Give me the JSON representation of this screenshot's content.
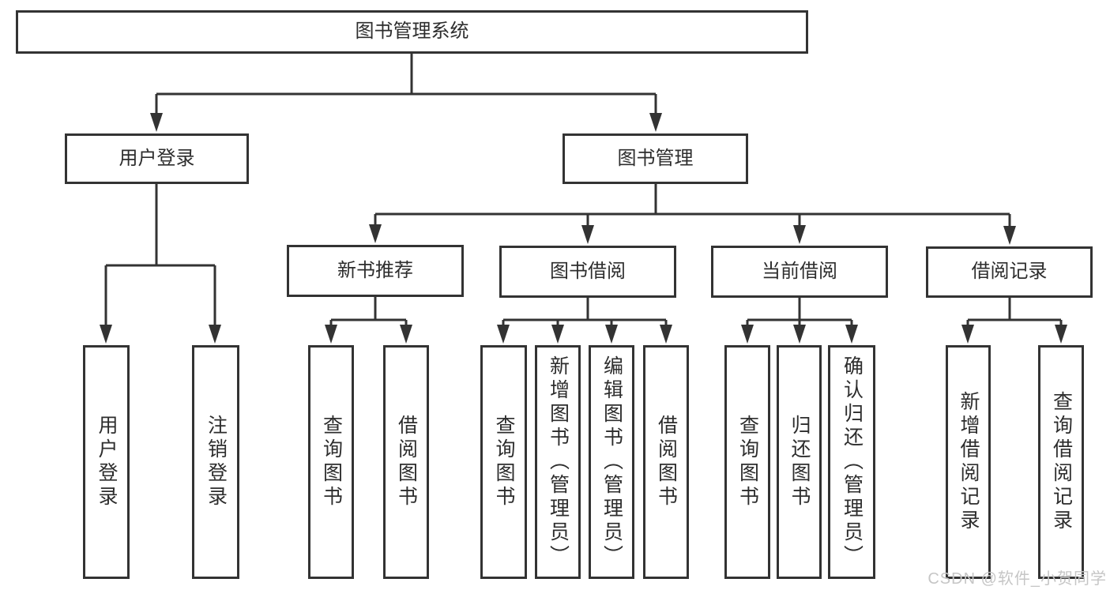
{
  "tree": {
    "root": {
      "label": "图书管理系统",
      "children": [
        {
          "label": "用户登录",
          "children": [
            {
              "label": "用户登录"
            },
            {
              "label": "注销登录"
            }
          ]
        },
        {
          "label": "图书管理",
          "children": [
            {
              "label": "新书推荐",
              "children": [
                {
                  "label": "查询图书"
                },
                {
                  "label": "借阅图书"
                }
              ]
            },
            {
              "label": "图书借阅",
              "children": [
                {
                  "label": "查询图书"
                },
                {
                  "label": "新增图书（管理员）"
                },
                {
                  "label": "编辑图书（管理员）"
                },
                {
                  "label": "借阅图书"
                }
              ]
            },
            {
              "label": "当前借阅",
              "children": [
                {
                  "label": "查询图书"
                },
                {
                  "label": "归还图书"
                },
                {
                  "label": "确认归还（管理员）"
                }
              ]
            },
            {
              "label": "借阅记录",
              "children": [
                {
                  "label": "新增借阅记录"
                },
                {
                  "label": "查询借阅记录"
                }
              ]
            }
          ]
        }
      ]
    }
  },
  "watermark": {
    "text": "CSDN @软件_小贺同学"
  },
  "colors": {
    "line": "#333333",
    "box_border": "#333333",
    "text": "#2d2d2d",
    "watermark": "#c6c6c6",
    "background": "#ffffff"
  }
}
